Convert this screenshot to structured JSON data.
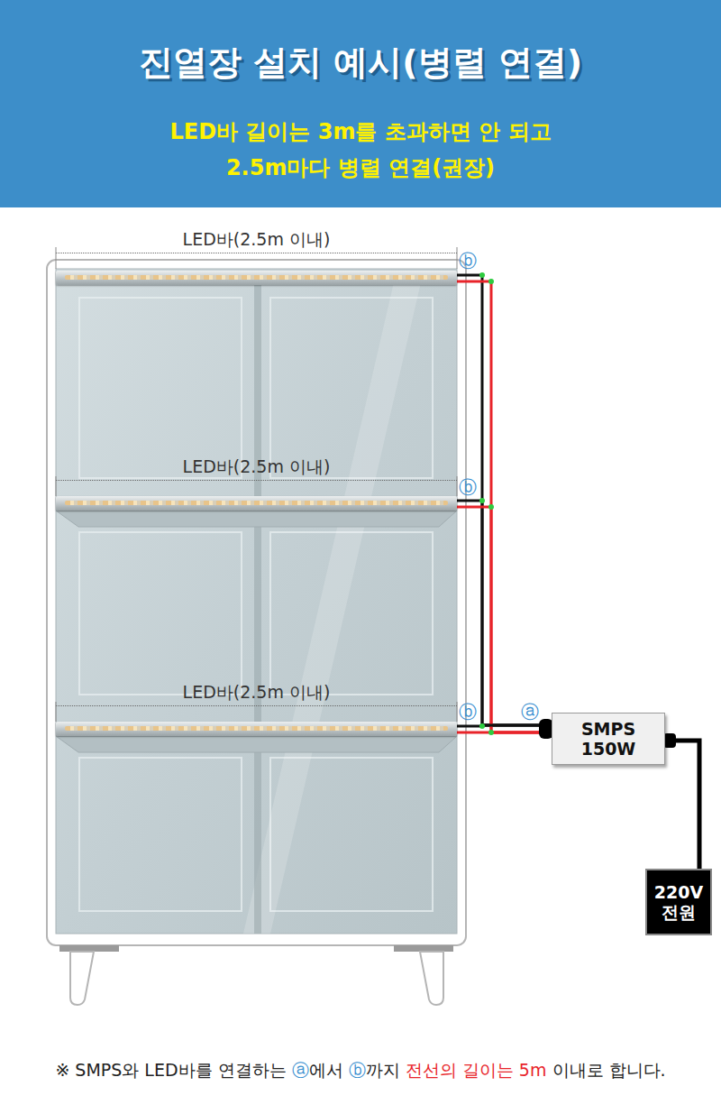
{
  "diagram": {
    "title": "진열장 설치 예시(병렬 연결)",
    "nodes": [
      {
        "text": [
          "LED바(2.5m 이내)"
        ]
      },
      {
        "text": [
          "LED바(2.5m 이내)"
        ]
      },
      {
        "text": [
          "LED바(2.5m 이내)"
        ]
      },
      {
        "text": [
          "SMPS 150W"
        ]
      },
      {
        "text": [
          "220V 전원"
        ]
      }
    ],
    "edges": [
      {
        "from": 3,
        "to": 0,
        "arrow": "none"
      },
      {
        "from": 3,
        "to": 1,
        "arrow": "none"
      },
      {
        "from": 3,
        "to": 2,
        "arrow": "none"
      },
      {
        "from": 4,
        "to": 3,
        "arrow": "none"
      }
    ],
    "labels": [
      "LED바 길이는 3m를 초과하면 안 되고",
      "2.5m마다 병렬 연결(권장)",
      "ⓑ",
      "ⓑ",
      "ⓑ",
      "ⓐ",
      "※ SMPS와 LED바를 연결하는",
      "ⓐ",
      "에서",
      "ⓑ",
      "까지",
      "전선의 길이는 5m",
      "이내로 합니다."
    ]
  }
}
